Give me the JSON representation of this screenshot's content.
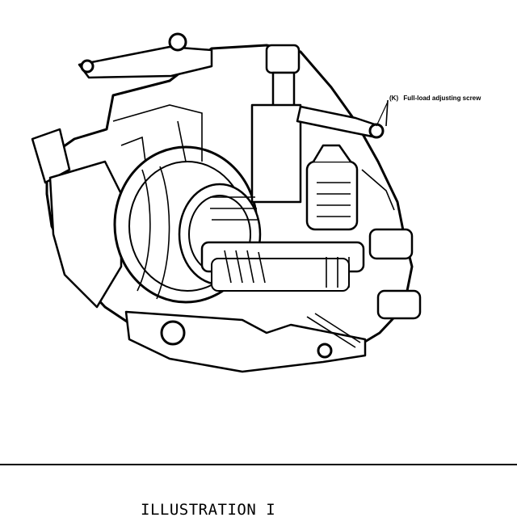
{
  "callout": {
    "marker": "(K)",
    "label": "Full-load adjusting screw"
  },
  "caption": "ILLUSTRATION I"
}
